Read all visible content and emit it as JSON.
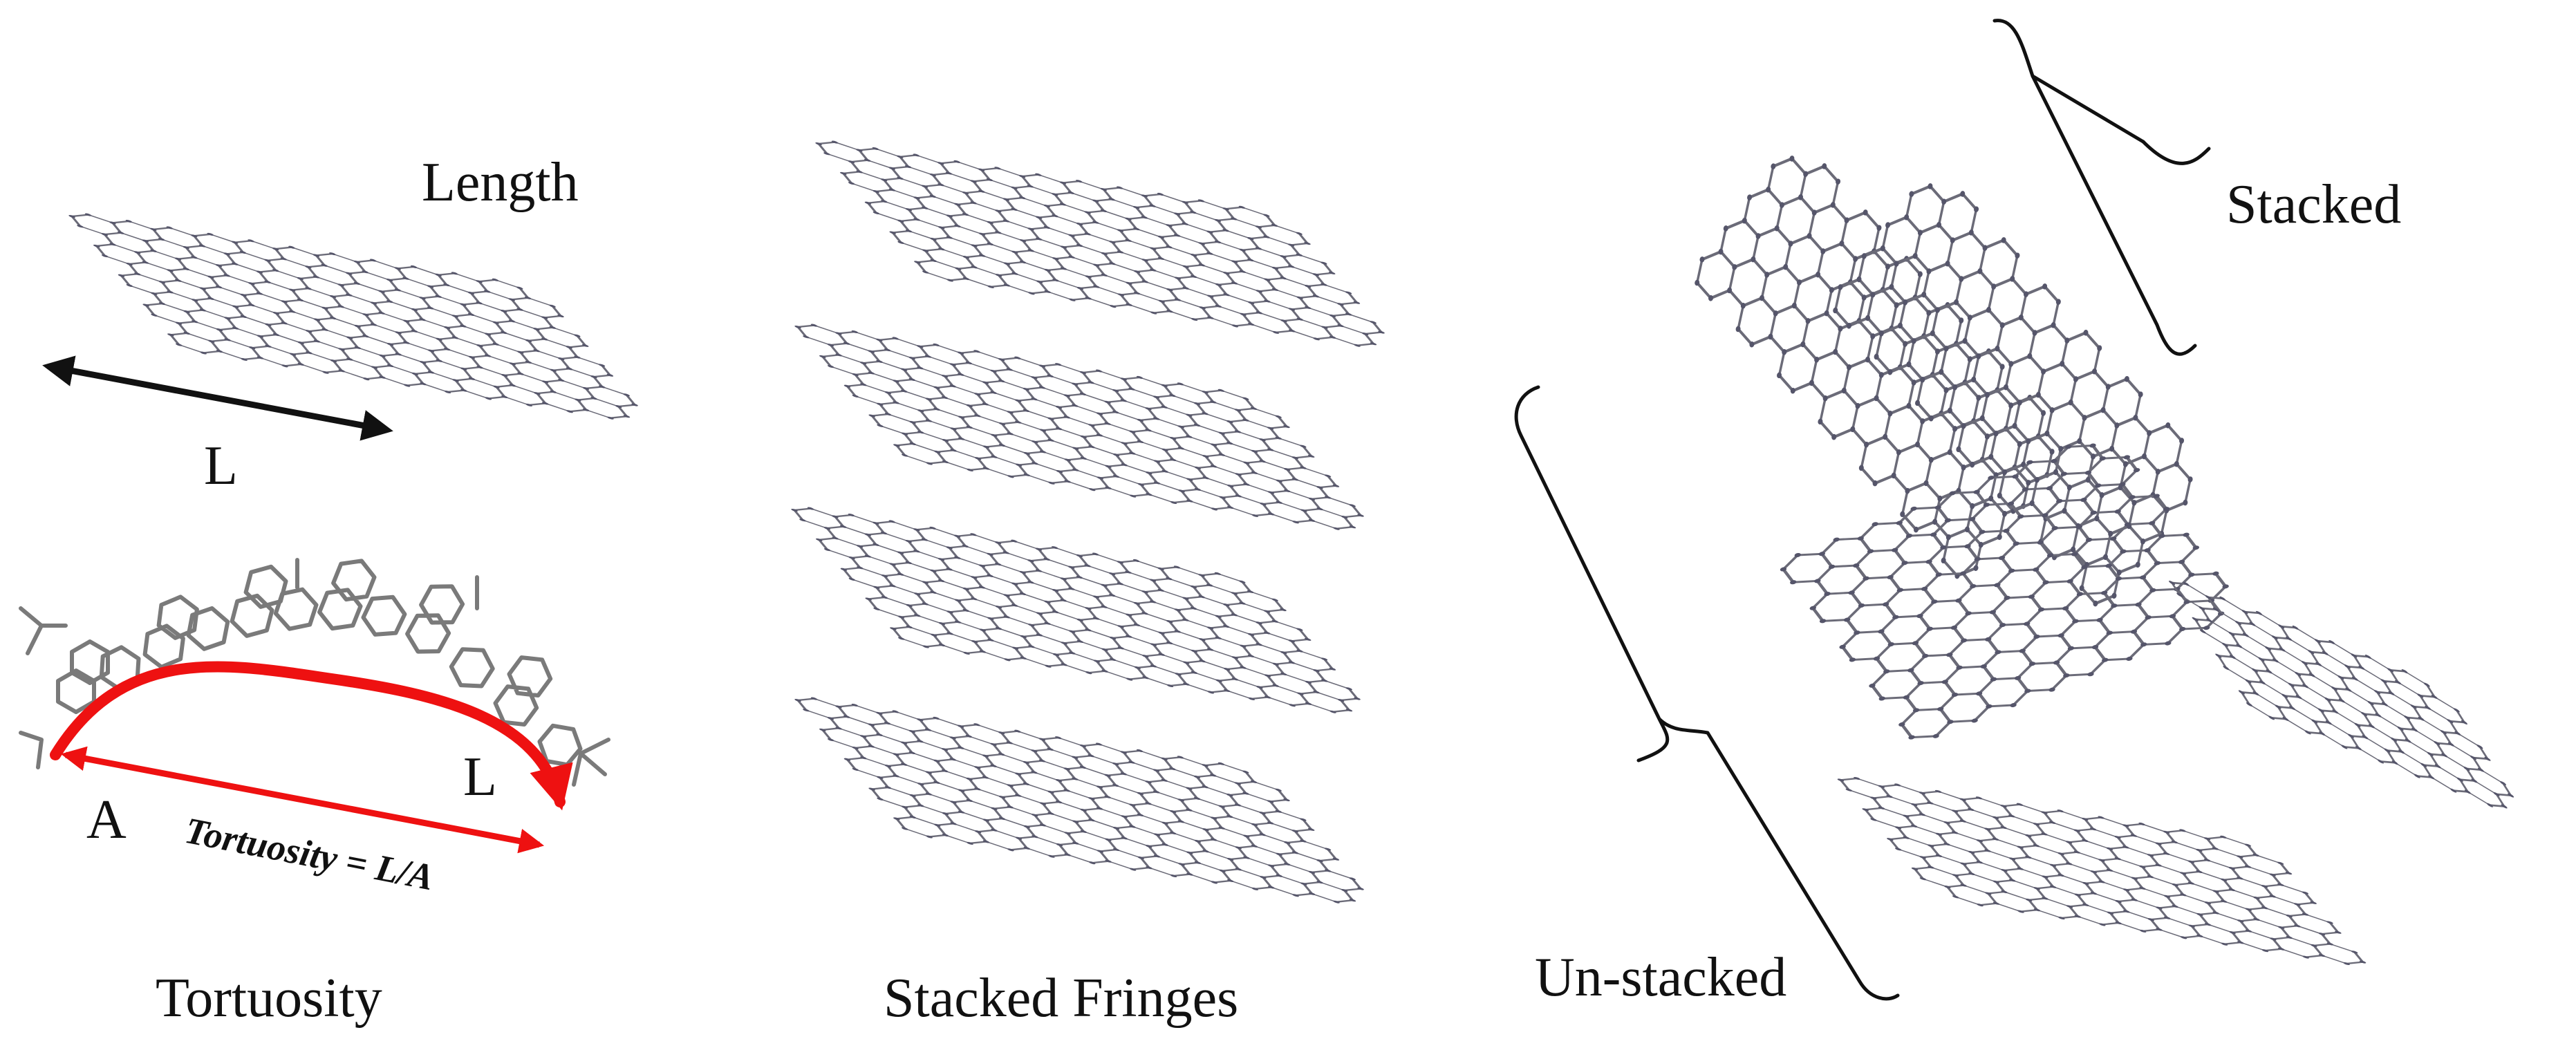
{
  "labels": {
    "length": "Length",
    "length_symbol": "L",
    "tortuosity_arc_symbol": "L",
    "tortuosity_chord_symbol": "A",
    "tortuosity_formula": "Tortuosity = L/A",
    "tortuosity_caption": "Tortuosity",
    "stacked_fringes_caption": "Stacked Fringes",
    "stacked": "Stacked",
    "unstacked": "Un-stacked"
  },
  "colors": {
    "sheet_bond": "#6b6b78",
    "sheet_atom": "#55556a",
    "molecule_bond": "#7a7a7a",
    "tortuosity_arrow": "#ee1111",
    "length_arrow": "#111111",
    "text": "#111111"
  }
}
